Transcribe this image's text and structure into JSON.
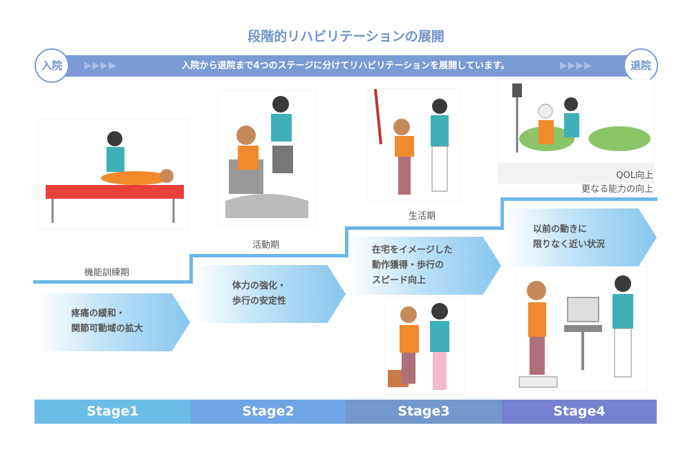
{
  "title": "段階的リハビリテーションの展開",
  "banner": {
    "start": "入院",
    "end": "退院",
    "chevrons": "▶▶▶▶",
    "text": "入院から退院まで4つのステージに分けてリハビリテーションを展開しています。"
  },
  "periods": [
    "機能訓練期",
    "活動期",
    "生活期"
  ],
  "qol": [
    "QOL向上",
    "更なる能力の向上"
  ],
  "goals": [
    [
      "疼痛の緩和・",
      "関節可動域の拡大"
    ],
    [
      "体力の強化・",
      "歩行の安定性"
    ],
    [
      "在宅をイメージした",
      "動作獲得・歩行の",
      "スピード向上"
    ],
    [
      "以前の動きに",
      "限りなく近い状況"
    ]
  ],
  "stages": [
    {
      "label": "Stage1",
      "color": "#6bbde6"
    },
    {
      "label": "Stage2",
      "color": "#6fa5e6"
    },
    {
      "label": "Stage3",
      "color": "#7399cc"
    },
    {
      "label": "Stage4",
      "color": "#7482cf"
    }
  ],
  "colors": {
    "accent": "#7a9bd3",
    "line": "#6cb8e8"
  }
}
